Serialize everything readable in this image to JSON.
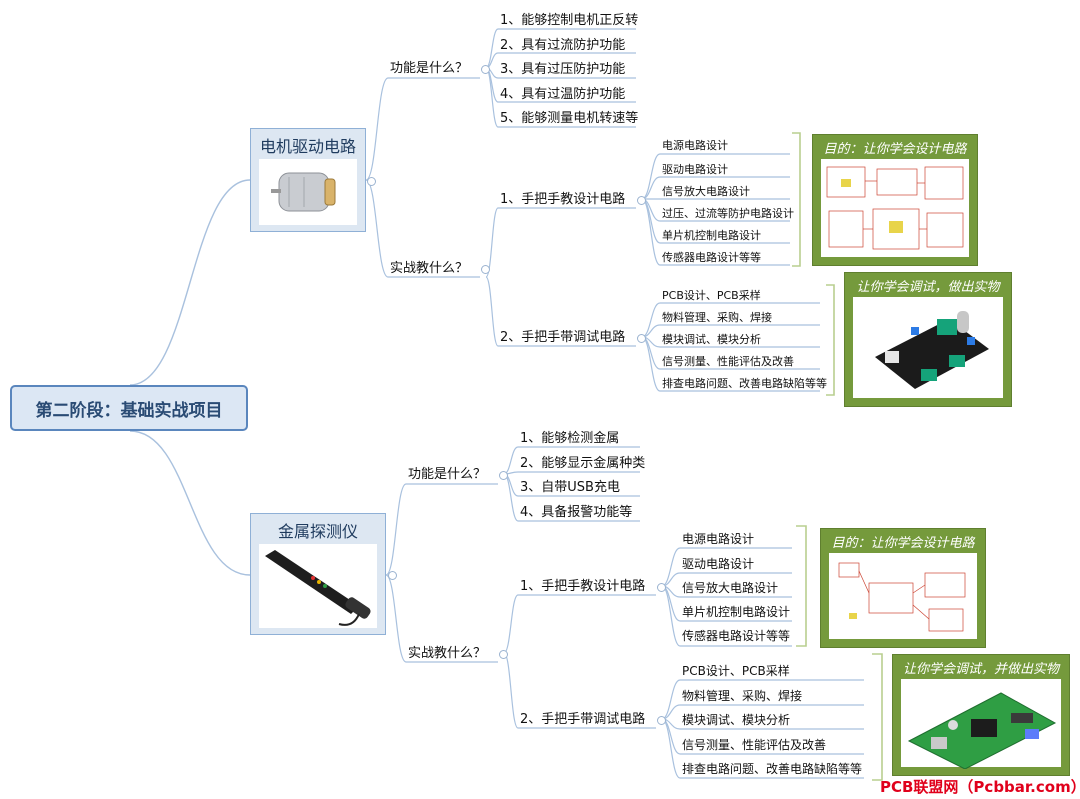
{
  "root": "第二阶段：基础实战项目",
  "projects": [
    {
      "title": "电机驱动电路",
      "functions_label": "功能是什么？",
      "functions": [
        "1、能够控制电机正反转",
        "2、具有过流防护功能",
        "3、具有过压防护功能",
        "4、具有过温防护功能",
        "5、能够测量电机转速等"
      ],
      "practice_label": "实战教什么？",
      "design_label": "1、手把手教设计电路",
      "design_items": [
        "电源电路设计",
        "驱动电路设计",
        "信号放大电路设计",
        "过压、过流等防护电路设计",
        "单片机控制电路设计",
        "传感器电路设计等等"
      ],
      "debug_label": "2、手把手带调试电路",
      "debug_items": [
        "PCB设计、PCB采样",
        "物料管理、采购、焊接",
        "模块调试、模块分析",
        "信号测量、性能评估及改善",
        "排查电路问题、改善电路缺陷等等"
      ],
      "goal_design": "目的：让你学会设计电路",
      "goal_debug": "让你学会调试，做出实物"
    },
    {
      "title": "金属探测仪",
      "functions_label": "功能是什么？",
      "functions": [
        "1、能够检测金属",
        "2、能够显示金属种类",
        "3、自带USB充电",
        "4、具备报警功能等"
      ],
      "practice_label": "实战教什么？",
      "design_label": "1、手把手教设计电路",
      "design_items": [
        "电源电路设计",
        "驱动电路设计",
        "信号放大电路设计",
        "单片机控制电路设计",
        "传感器电路设计等等"
      ],
      "debug_label": "2、手把手带调试电路",
      "debug_items": [
        "PCB设计、PCB采样",
        "物料管理、采购、焊接",
        "模块调试、模块分析",
        "信号测量、性能评估及改善",
        "排查电路问题、改善电路缺陷等等"
      ],
      "goal_design": "目的：让你学会设计电路",
      "goal_debug": "让你学会调试，并做出实物"
    }
  ],
  "watermark": "PCB联盟网（Pcbbar.com）",
  "colors": {
    "line": "#a9c1de",
    "root_border": "#5a86bd",
    "green_box": "#759a3c",
    "bracket": "#b9cf8f",
    "watermark": "#e0001b"
  }
}
